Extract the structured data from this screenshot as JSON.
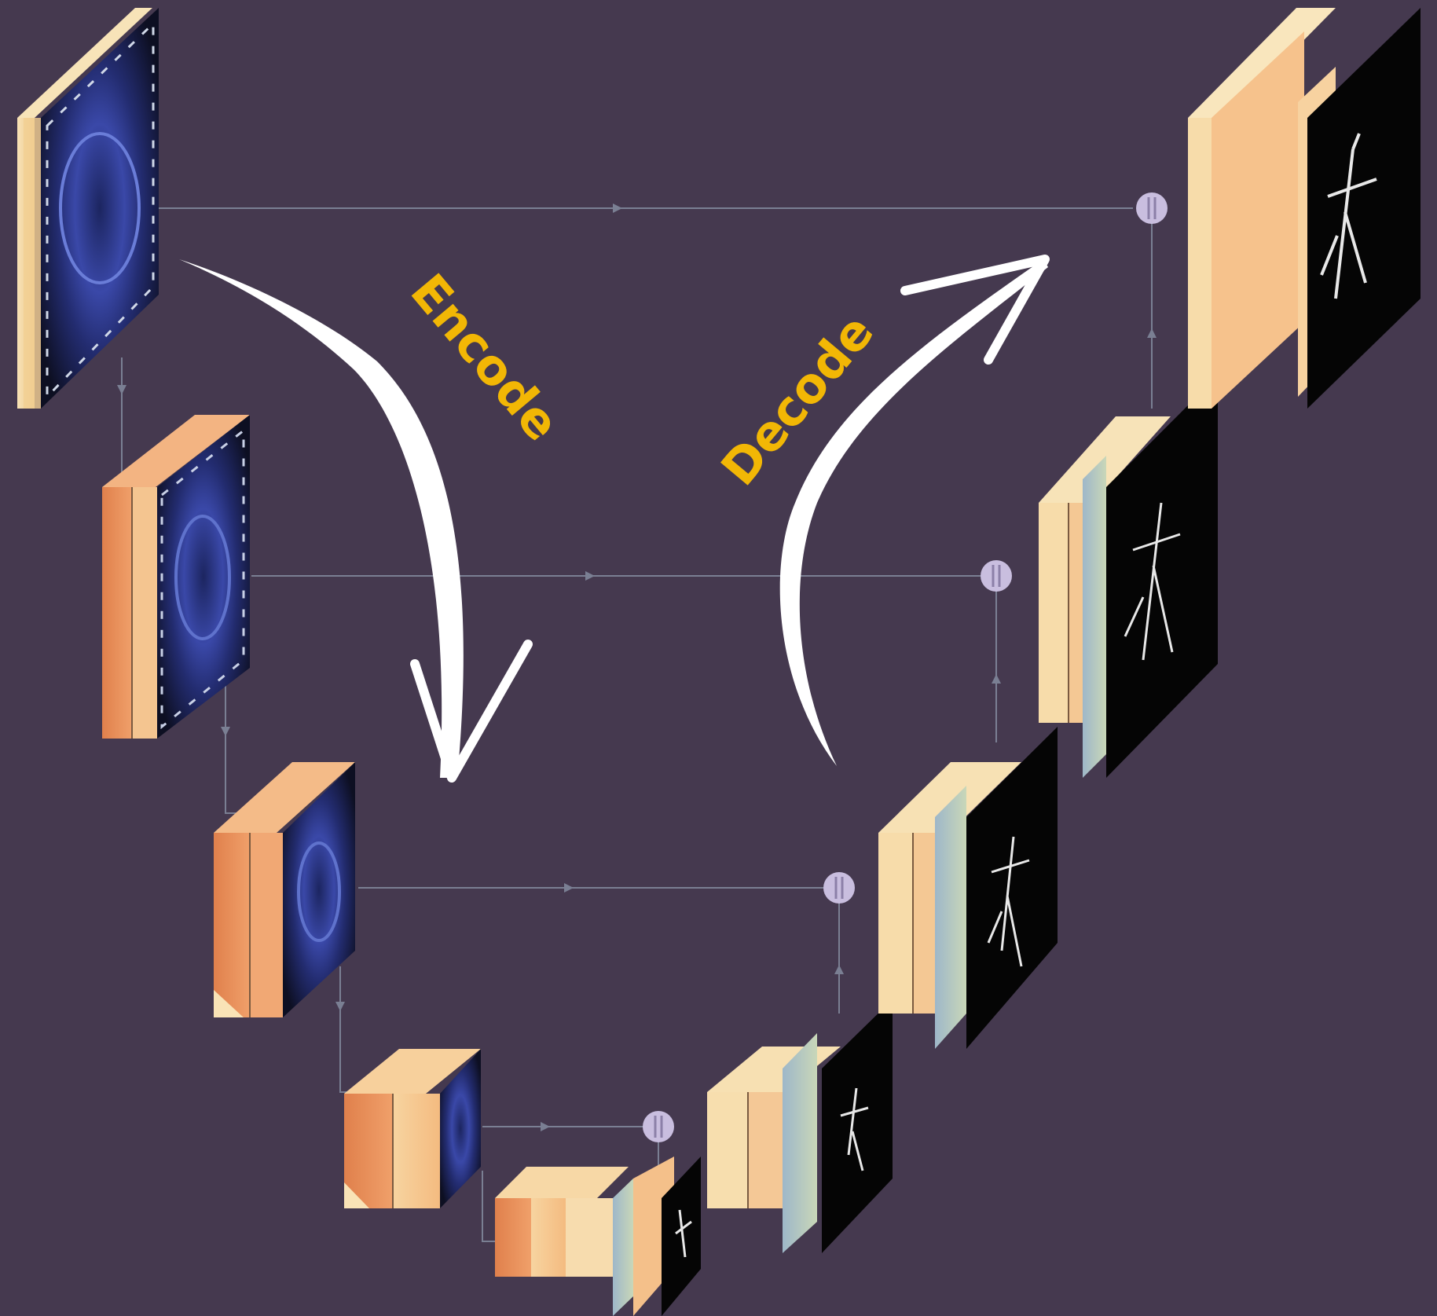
{
  "diagram": {
    "type": "unet-architecture",
    "labels": {
      "encode": "Encode",
      "decode": "Decode"
    },
    "colors": {
      "background": "#45394f",
      "label": "#f2b705",
      "arrow": "#ffffff",
      "connection": "#7a7f93",
      "concat_node": "#c9bedf",
      "slab_cream": "#f7dca8",
      "slab_orange": "#e8925c",
      "slab_peach": "#f6c28c",
      "feature_blue": "#2e3a8a",
      "mask_black": "#050505",
      "mask_white": "#e8e8e8"
    },
    "encoder_levels": 5,
    "decoder_levels": 5,
    "skip_connections": 4,
    "icons": {
      "concat": "concat-node-icon",
      "flow_arrow": "curved-arrow-icon"
    }
  }
}
